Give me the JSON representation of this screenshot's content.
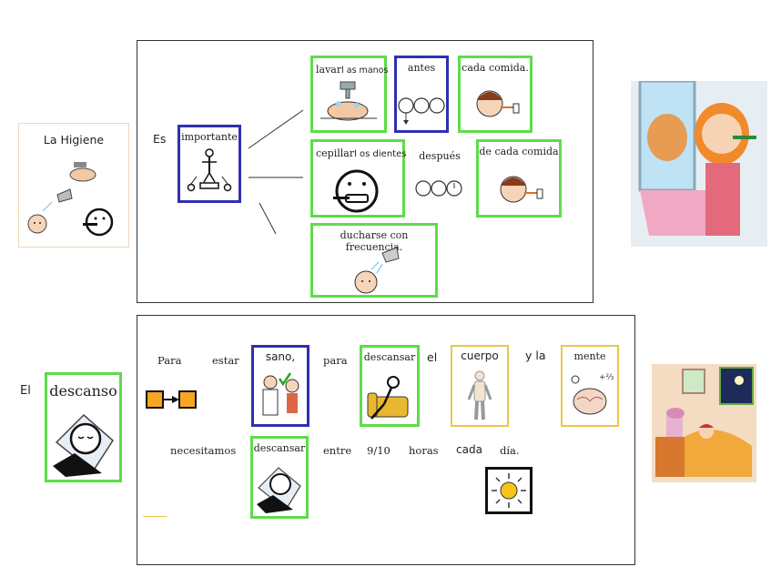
{
  "higiene": {
    "title": "La Higiene",
    "es": "Es",
    "importante": "importante",
    "lavar": "lavar",
    "las_manos": "l as manos",
    "antes": "antes",
    "cada_comida_1": "cada comida.",
    "cepillar": "cepillar",
    "los_dientes": "l os dientes",
    "despues": "después",
    "cada_comida_2": "de cada comida",
    "ducharse": "ducharse con frecuencia."
  },
  "descanso": {
    "el": "El",
    "title": "descanso",
    "row1": {
      "para1": "Para",
      "estar": "estar",
      "sano": "sano,",
      "para2": "para",
      "descansar": "descansar",
      "el": "el",
      "cuerpo": "cuerpo",
      "y_la": "y la",
      "mente": "mente"
    },
    "row2": {
      "necesitamos": "necesitamos",
      "descansar": "descansar",
      "entre": "entre",
      "horas_range": "9/10",
      "horas": "horas",
      "cada": "cada",
      "dia": "día."
    }
  },
  "colors": {
    "green_border": "#5edc4a",
    "blue_border": "#2f2fb0",
    "yellow_border": "#e8c84a",
    "peach_border": "#f3d7b8"
  }
}
